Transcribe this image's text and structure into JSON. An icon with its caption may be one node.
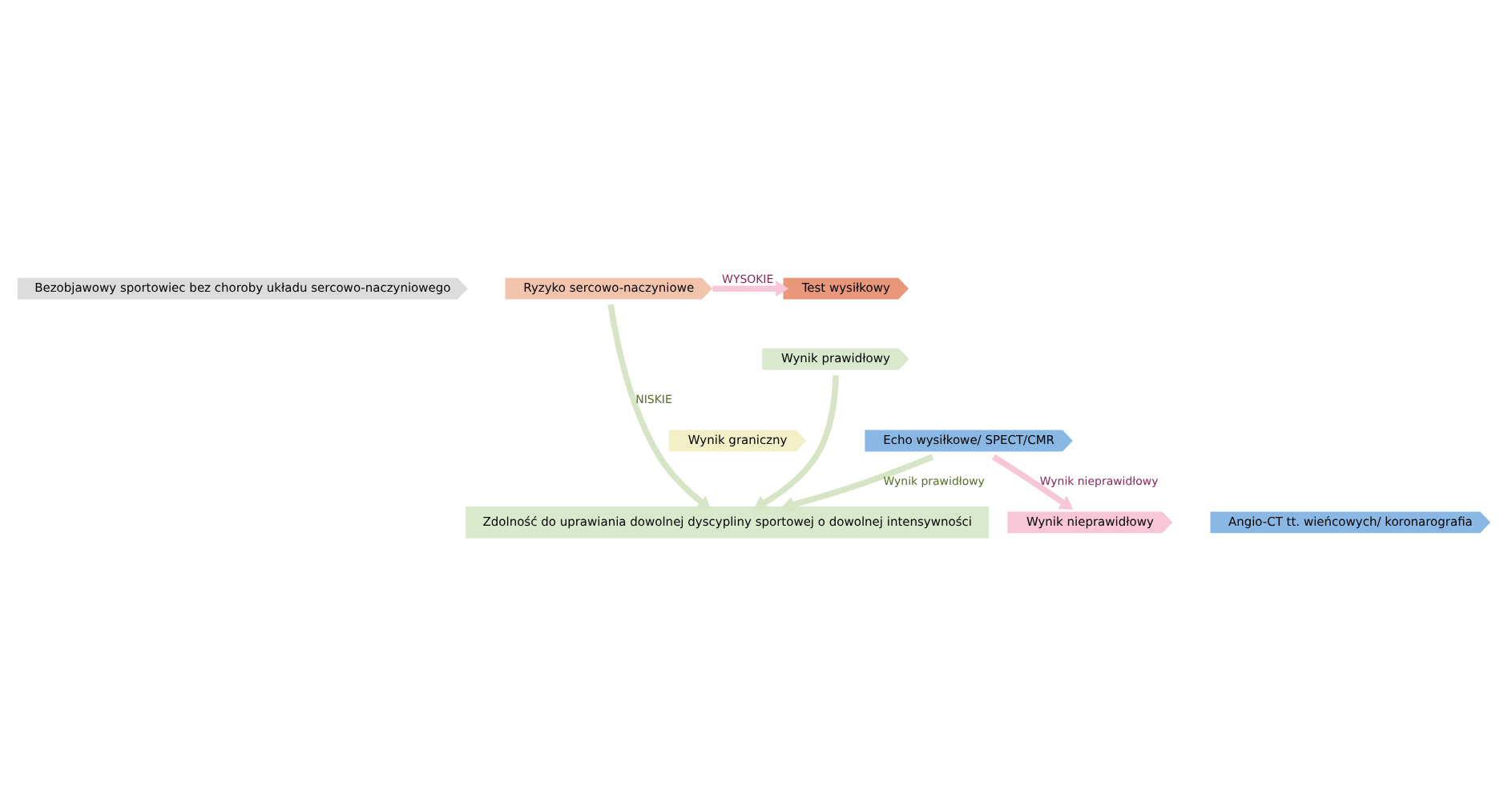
{
  "diagram": {
    "nodes": [
      {
        "text": [
          "Bezobjawowy sportowiec bez choroby układu sercowo-naczyniowego"
        ]
      },
      {
        "text": [
          "Ryzyko sercowo-naczyniowe"
        ]
      },
      {
        "text": [
          "Test wysiłkowy"
        ]
      },
      {
        "text": [
          "Zdolność do uprawiania dowolnej dyscypliny sportowej o dowolnej intensywności"
        ]
      },
      {
        "text": [
          "Wynik prawidłowy"
        ]
      },
      {
        "text": [
          "Wynik graniczny"
        ]
      },
      {
        "text": [
          "Echo wysiłkowe/ SPECT/CMR"
        ]
      },
      {
        "text": [
          "Wynik nieprawidłowy"
        ]
      },
      {
        "text": [
          "Angio-CT tt. wieńcowych/ koronarografia"
        ]
      }
    ],
    "edges": [
      {
        "from": 1,
        "to": 3,
        "arrow": "to",
        "label": "NISKIE"
      },
      {
        "from": 1,
        "to": 2,
        "arrow": "to",
        "label": "WYSOKIE",
        "color": "#f7c6d7"
      },
      {
        "from": 4,
        "to": 3,
        "arrow": "to"
      },
      {
        "from": 6,
        "to": 3,
        "arrow": "to",
        "label": "Wynik prawidłowy"
      },
      {
        "from": 6,
        "to": 7,
        "arrow": "to",
        "label": "Wynik nieprawidłowy",
        "color": "#f7c6d7"
      }
    ]
  }
}
